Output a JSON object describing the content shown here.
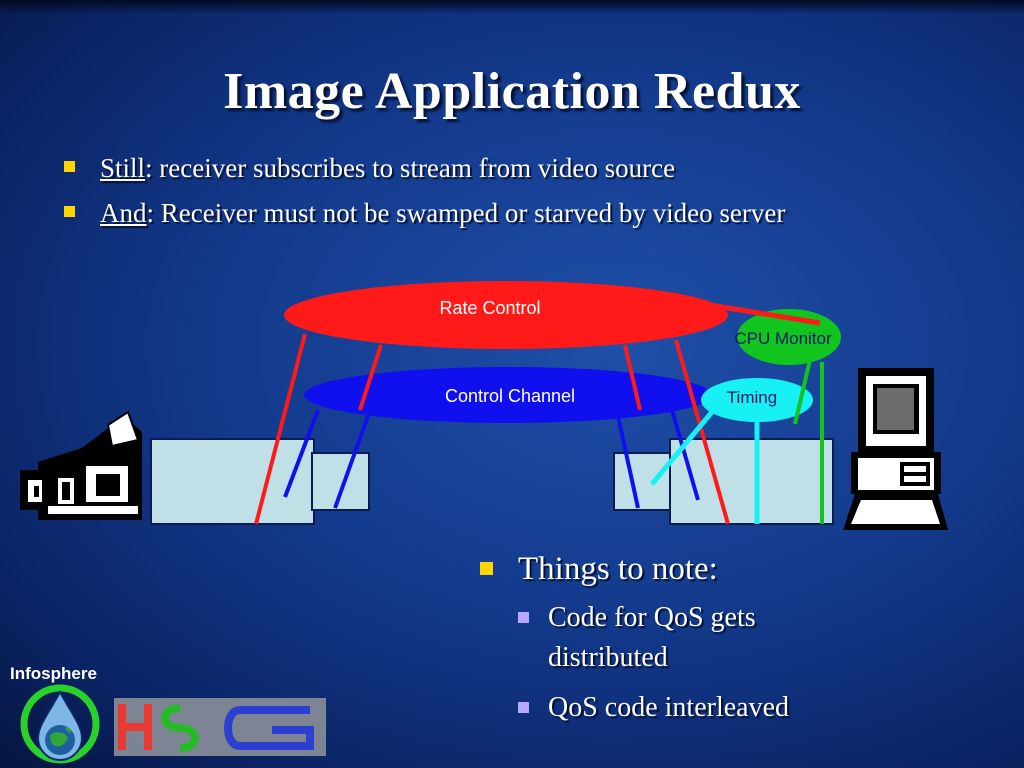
{
  "slide": {
    "title": "Image Application Redux",
    "bullets": [
      {
        "lead": "Still",
        "rest": ": receiver subscribes to stream from video source"
      },
      {
        "lead": "And",
        "rest": ": Receiver must not be swamped or starved by video server"
      }
    ],
    "diagram": {
      "rate_control": "Rate Control",
      "control_channel": "Control Channel",
      "cpu_monitor": "CPU Monitor",
      "timing": "Timing"
    },
    "notes": {
      "heading": "Things to note:",
      "items": [
        "Code for QoS gets distributed",
        "QoS code interleaved"
      ]
    },
    "brand": "Infosphere"
  },
  "colors": {
    "background": "#133a8c",
    "bullet": "#ffd400",
    "sub_bullet": "#b8a6ff",
    "rate_control": "#ff1a1a",
    "control_channel": "#1010ee",
    "cpu_monitor": "#12c41e",
    "timing": "#17f0f5",
    "box": "#bfe0e6"
  }
}
